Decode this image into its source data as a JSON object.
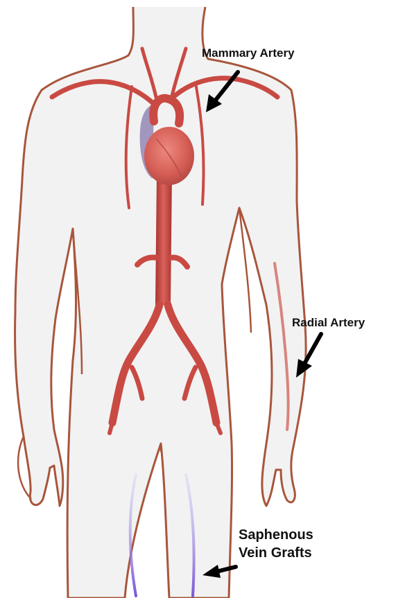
{
  "labels": {
    "mammary": "Mammary Artery",
    "radial": "Radial Artery",
    "saphenous_line1": "Saphenous",
    "saphenous_line2": "Vein Grafts"
  },
  "colors": {
    "background": "#ffffff",
    "body_fill": "#f1f1f1",
    "body_outline": "#a8553b",
    "artery": "#c94a43",
    "artery_dark": "#9c2f2c",
    "heart": "#d9625a",
    "heart_vein": "#8c7fb0",
    "vein_graft": "#8a6fdc",
    "arrow": "#000000",
    "text": "#111111"
  },
  "icons": {
    "mammary_pointer": "arrow-pointer-icon",
    "radial_pointer": "arrow-pointer-icon",
    "saphenous_pointer": "arrow-pointer-icon"
  }
}
